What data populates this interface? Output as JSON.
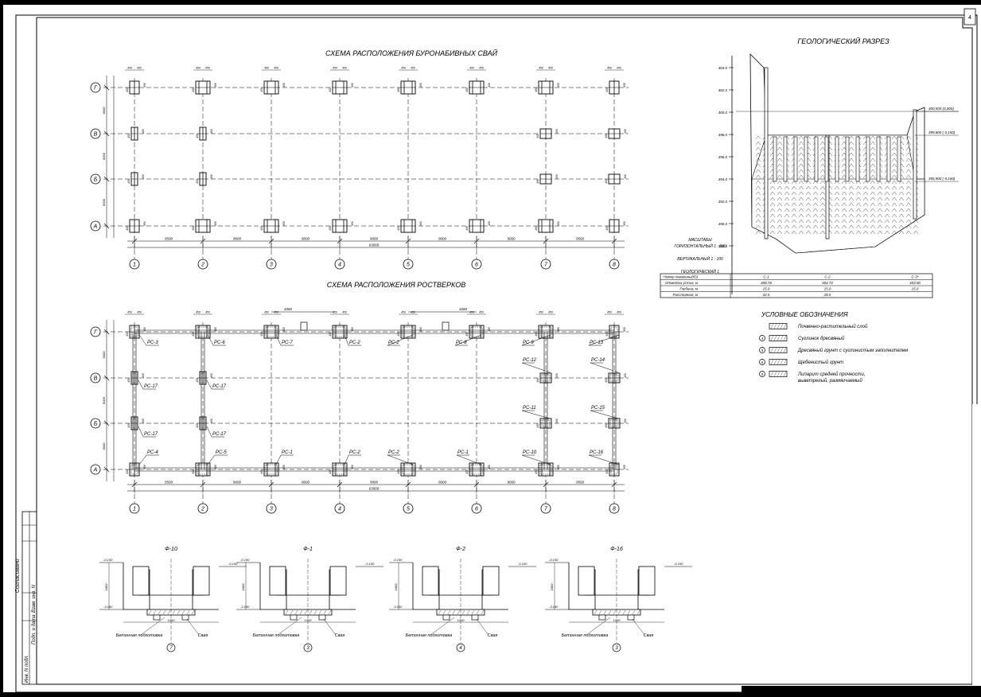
{
  "sheet_number": "4",
  "plan1": {
    "title": "СХЕМА РАСПОЛОЖЕНИЯ БУРОНАБИВНЫХ СВАЙ",
    "total": "63000",
    "spans": [
      "9500",
      "9000",
      "9000",
      "9000",
      "9000",
      "9000",
      "9500"
    ],
    "side_spans": [
      "6000",
      "6000",
      "6000"
    ]
  },
  "plan2": {
    "title": "СХЕМА РАСПОЛОЖЕНИЯ РОСТВЕРКОВ",
    "total": "63000",
    "spans": [
      "9500",
      "9000",
      "9000",
      "9000",
      "9000",
      "9000",
      "9500"
    ],
    "side_spans": [
      "6000",
      "6000",
      "6000"
    ],
    "top_dims": [
      "4260",
      "4260"
    ],
    "labels_top": [
      "РС-3",
      "РС-6",
      "РС-7",
      "РС-2",
      "РС-2",
      "РС-8",
      "РС-9",
      "РС-13"
    ],
    "labels_b": [
      "РС-17",
      "РС-17",
      "РС-12",
      "РС-14"
    ],
    "labels_6": [
      "РС-17",
      "РС-17",
      "РС-11",
      "РС-15"
    ],
    "labels_a": [
      "РС-4",
      "РС-5",
      "РС-1",
      "РС-2",
      "РС-2",
      "РС-1",
      "РС-10",
      "РС-16"
    ]
  },
  "axes": {
    "cols": [
      "1",
      "2",
      "3",
      "4",
      "5",
      "6",
      "7",
      "8"
    ],
    "rows": [
      "Г",
      "В",
      "Б",
      "А"
    ]
  },
  "geology": {
    "title": "ГЕОЛОГИЧЕСКИЙ РАЗРЕЗ",
    "elevations": [
      "404.0",
      "402.0",
      "400.0",
      "398.0",
      "396.0",
      "394.0",
      "392.0",
      "390.0",
      "388.0"
    ],
    "marks": [
      "400,500 (0,000)",
      "399,800 (-3,150)",
      "395,900 (-5,150)"
    ],
    "scale_title": "МАСШТАБЫ",
    "scale_h": "ГОРИЗОНТАЛЬНЫЙ 1 : 500",
    "scale_v": "ВЕРТИКАЛЬНЫЙ 1 : 100",
    "scale_g": "ГЕОЛОГИЧЕСКИЙ 1",
    "table": [
      [
        "Номер скважины(Ю)",
        "С-1",
        "С-2",
        "С-3*"
      ],
      [
        "Отметка устья, м",
        "406.78",
        "404.72",
        "403.00"
      ],
      [
        "Глубина, м",
        "15.0",
        "15.0",
        "15.0"
      ],
      [
        "Расстояния, м",
        "32.5",
        "28.5",
        ""
      ]
    ]
  },
  "legend": {
    "title": "УСЛОВНЫЕ ОБОЗНАЧЕНИЯ",
    "items": [
      {
        "num": "",
        "text": "Почвенно-растительный слой"
      },
      {
        "num": "4",
        "text": "Суглинок дресвяный"
      },
      {
        "num": "5",
        "text": "Дресвяный грунт с суглинистым заполнителем"
      },
      {
        "num": "6",
        "text": "Щебенистый грунт"
      },
      {
        "num": "9",
        "text": "Липарит средней прочности,"
      }
    ],
    "item_extra": "выветрелый, размягчаемый"
  },
  "sections": [
    {
      "title": "Ф-10",
      "axis": "7",
      "concrete": "Бетонная подготовка",
      "pile": "Свая"
    },
    {
      "title": "Ф-1",
      "axis": "3",
      "concrete": "Бетонная подготовка",
      "pile": "Свая"
    },
    {
      "title": "Ф-2",
      "axis": "4",
      "concrete": "Бетонная подготовка",
      "pile": "Свая"
    },
    {
      "title": "Ф-16",
      "axis": "3",
      "concrete": "Бетонная подготовка",
      "pile": "Свая"
    }
  ],
  "section_marks": [
    "-0.150",
    "-3.150"
  ],
  "stamp": {
    "col1": "Согласовано",
    "col2": "Инв. N подл.",
    "col3": "Подп. и дата",
    "col4": "Взам. инв. N"
  }
}
